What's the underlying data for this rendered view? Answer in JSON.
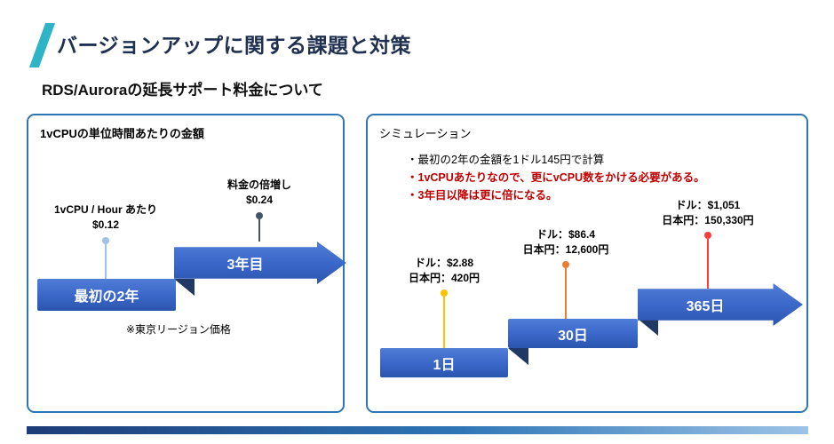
{
  "slide": {
    "title": "バージョンアップに関する課題と対策",
    "subtitle": "RDS/Auroraの延長サポート料金について"
  },
  "left_panel": {
    "heading": "1vCPUの単位時間あたりの金額",
    "unit_label": {
      "line1": "1vCPU / Hour あたり",
      "line2": "$0.12"
    },
    "double_label": {
      "line1": "料金の倍増し",
      "line2": "$0.24"
    },
    "step_first": "最初の2年",
    "step_third": "3年目",
    "footnote": "※東京リージョン価格"
  },
  "right_panel": {
    "heading": "シミュレーション",
    "bullets": [
      "・最初の2年の金額を1ドル145円で計算",
      "・1vCPUあたりなので、更にvCPU数をかける必要がある。",
      "・3年目以降は更に倍になる。"
    ],
    "day1": {
      "label_line1": "ドル：$2.88",
      "label_line2": "日本円：420円",
      "step": "1日"
    },
    "day30": {
      "label_line1": "ドル：$86.4",
      "label_line2": "日本円：12,600円",
      "step": "30日"
    },
    "day365": {
      "label_line1": "ドル：$1,051",
      "label_line2": "日本円：150,330円",
      "step": "365日"
    }
  },
  "colors": {
    "accent_teal": "#2eb4c6",
    "title_navy": "#1f3050",
    "panel_border": "#2e75b6",
    "step_blue": "#3a66c8",
    "step_blue_light": "#4f7dd6",
    "step_blue_dark": "#2b55ad",
    "fold_navy": "#1f3864",
    "red_text": "#c00000",
    "stem_lightblue": "#9dc3e6",
    "stem_navy": "#44546a",
    "stem_yellow": "#ffc000",
    "stem_orange": "#ed7d31",
    "stem_red": "#ff3b3b",
    "footer_left": "#1d3c78",
    "footer_mid": "#2e75b6",
    "footer_right": "#9dc3e6"
  }
}
